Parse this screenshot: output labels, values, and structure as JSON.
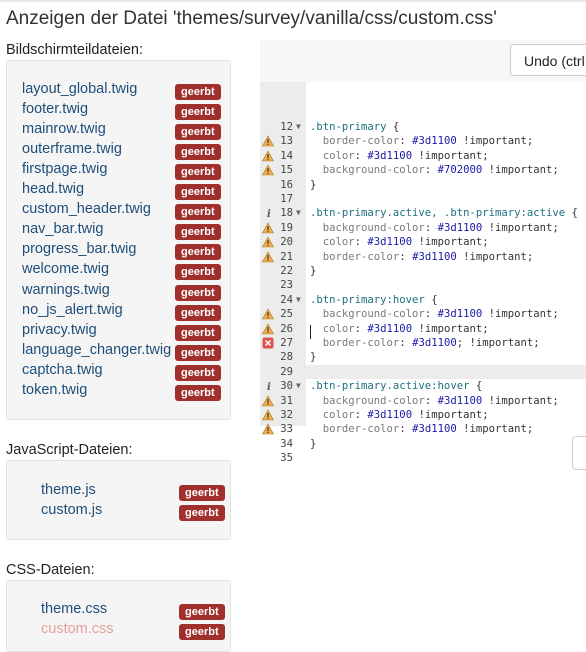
{
  "page": {
    "title": "Anzeigen der Datei 'themes/survey/vanilla/css/custom.css'"
  },
  "sections": {
    "screen": {
      "label": "Bildschirmteildateien:",
      "files": [
        {
          "name": "layout_global.twig",
          "badge": "geerbt"
        },
        {
          "name": "footer.twig",
          "badge": "geerbt"
        },
        {
          "name": "mainrow.twig",
          "badge": "geerbt"
        },
        {
          "name": "outerframe.twig",
          "badge": "geerbt"
        },
        {
          "name": "firstpage.twig",
          "badge": "geerbt"
        },
        {
          "name": "head.twig",
          "badge": "geerbt"
        },
        {
          "name": "custom_header.twig",
          "badge": "geerbt"
        },
        {
          "name": "nav_bar.twig",
          "badge": "geerbt"
        },
        {
          "name": "progress_bar.twig",
          "badge": "geerbt"
        },
        {
          "name": "welcome.twig",
          "badge": "geerbt"
        },
        {
          "name": "warnings.twig",
          "badge": "geerbt"
        },
        {
          "name": "no_js_alert.twig",
          "badge": "geerbt"
        },
        {
          "name": "privacy.twig",
          "badge": "geerbt"
        },
        {
          "name": "language_changer.twig",
          "badge": "geerbt"
        },
        {
          "name": "captcha.twig",
          "badge": "geerbt"
        },
        {
          "name": "token.twig",
          "badge": "geerbt"
        }
      ]
    },
    "js": {
      "label": "JavaScript-Dateien:",
      "files": [
        {
          "name": "theme.js",
          "badge": "geerbt"
        },
        {
          "name": "custom.js",
          "badge": "geerbt"
        }
      ]
    },
    "css": {
      "label": "CSS-Dateien:",
      "files": [
        {
          "name": "theme.css",
          "badge": "geerbt"
        },
        {
          "name": "custom.css",
          "badge": "geerbt"
        }
      ]
    }
  },
  "toolbar": {
    "undo_label": "Undo (ctrl"
  },
  "editor": {
    "lines": [
      {
        "n": "12",
        "fold": true,
        "annot": "",
        "text": ".btn-primary {"
      },
      {
        "n": "13",
        "fold": false,
        "annot": "warning",
        "text": "  border-color: #3d1100 !important;"
      },
      {
        "n": "14",
        "fold": false,
        "annot": "warning",
        "text": "  color: #3d1100 !important;"
      },
      {
        "n": "15",
        "fold": false,
        "annot": "warning",
        "text": "  background-color: #702000 !important;"
      },
      {
        "n": "16",
        "fold": false,
        "annot": "",
        "text": "}"
      },
      {
        "n": "17",
        "fold": false,
        "annot": "",
        "text": ""
      },
      {
        "n": "18",
        "fold": true,
        "annot": "info",
        "text": ".btn-primary.active, .btn-primary:active {"
      },
      {
        "n": "19",
        "fold": false,
        "annot": "warning",
        "text": "  background-color: #3d1100 !important;"
      },
      {
        "n": "20",
        "fold": false,
        "annot": "warning",
        "text": "  color: #3d1100 !important;"
      },
      {
        "n": "21",
        "fold": false,
        "annot": "warning",
        "text": "  border-color: #3d1100 !important;"
      },
      {
        "n": "22",
        "fold": false,
        "annot": "",
        "text": "}"
      },
      {
        "n": "23",
        "fold": false,
        "annot": "",
        "text": ""
      },
      {
        "n": "24",
        "fold": true,
        "annot": "",
        "text": ".btn-primary:hover {"
      },
      {
        "n": "25",
        "fold": false,
        "annot": "warning",
        "text": "  background-color: #3d1100 !important;"
      },
      {
        "n": "26",
        "fold": false,
        "annot": "warning",
        "text": "  color: #3d1100 !important;"
      },
      {
        "n": "27",
        "fold": false,
        "annot": "error",
        "text": "  border-color: #3d1100; !important;"
      },
      {
        "n": "28",
        "fold": false,
        "annot": "",
        "text": "}"
      },
      {
        "n": "29",
        "fold": false,
        "annot": "",
        "text": ""
      },
      {
        "n": "30",
        "fold": true,
        "annot": "info",
        "text": ".btn-primary.active:hover {"
      },
      {
        "n": "31",
        "fold": false,
        "annot": "warning",
        "text": "  background-color: #3d1100 !important;"
      },
      {
        "n": "32",
        "fold": false,
        "annot": "warning",
        "text": "  color: #3d1100 !important;"
      },
      {
        "n": "33",
        "fold": false,
        "annot": "warning",
        "text": "  border-color: #3d1100 !important;"
      },
      {
        "n": "34",
        "fold": false,
        "annot": "",
        "text": "}"
      },
      {
        "n": "35",
        "fold": false,
        "annot": "",
        "text": ""
      }
    ],
    "active_line": "29"
  },
  "colors": {
    "badge_bg": "#a0302c",
    "link": "#1f4e79",
    "link_muted": "#e8a09c",
    "warning": "#f0ad4e",
    "error": "#d9534f",
    "selector": "#1f6f80",
    "value": "#1a1aa6"
  },
  "icons": {
    "warning": "warning-triangle-icon",
    "error": "error-x-icon",
    "info": "info-icon",
    "fold": "fold-arrow-icon"
  }
}
